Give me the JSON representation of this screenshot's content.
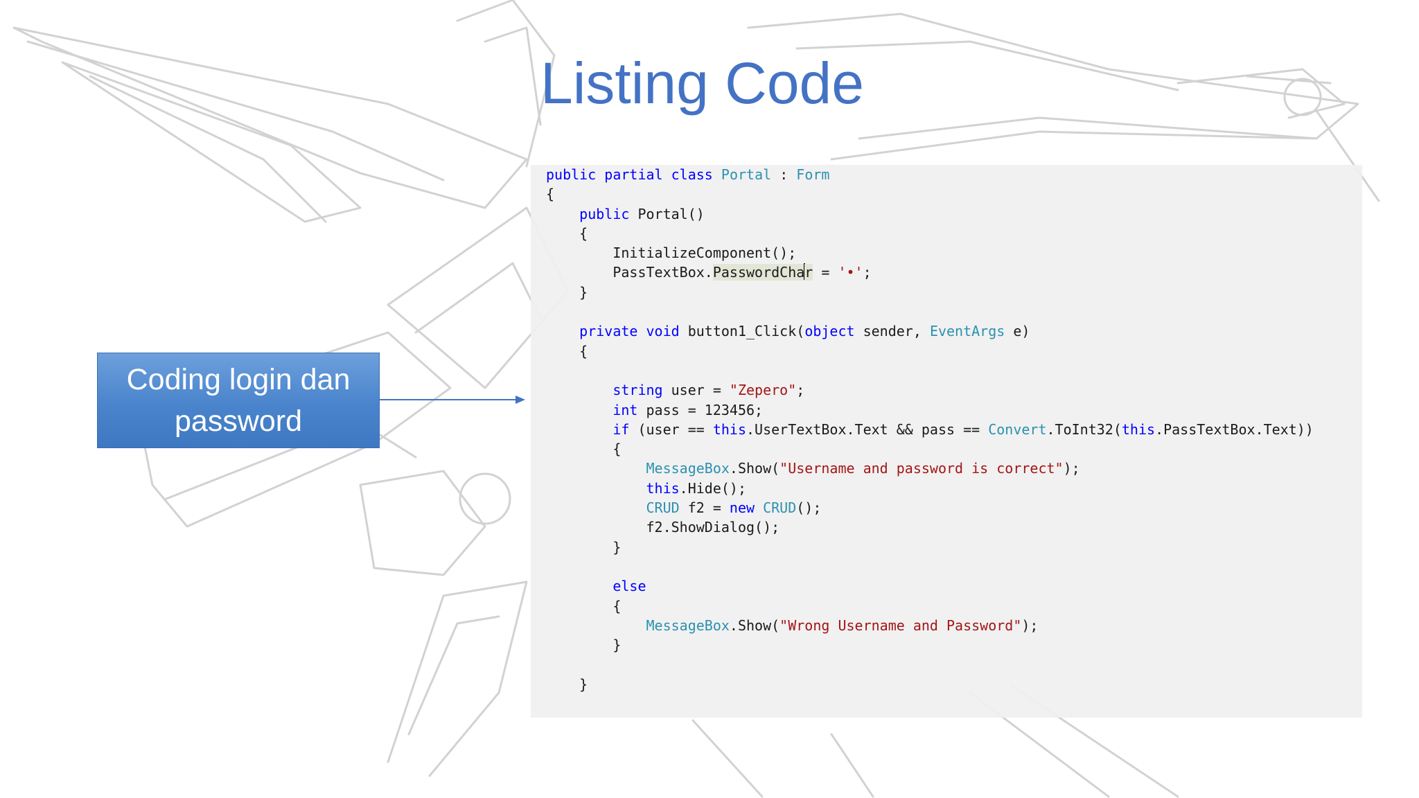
{
  "slide": {
    "title": "Listing Code",
    "callout": "Coding login dan password"
  },
  "colors": {
    "title": "#4472c4",
    "callout_fill": "#4a84cc",
    "code_background": "#f0f0f0",
    "keyword": "#0000ff",
    "type": "#2b91af",
    "string": "#a31515",
    "text": "#1a1a1a"
  },
  "code": {
    "language": "C#",
    "lines": [
      [
        [
          "kw",
          "public"
        ],
        [
          "",
          " "
        ],
        [
          "kw",
          "partial"
        ],
        [
          "",
          " "
        ],
        [
          "kw",
          "class"
        ],
        [
          "",
          " "
        ],
        [
          "ty",
          "Portal"
        ],
        [
          "",
          " : "
        ],
        [
          "ty",
          "Form"
        ]
      ],
      [
        [
          "",
          "{"
        ]
      ],
      [
        [
          "",
          "    "
        ],
        [
          "kw",
          "public"
        ],
        [
          "",
          " Portal()"
        ]
      ],
      [
        [
          "",
          "    {"
        ]
      ],
      [
        [
          "",
          "        InitializeComponent();"
        ]
      ],
      [
        [
          "",
          "        PassTextBox."
        ],
        [
          "hl",
          "PasswordCha"
        ],
        [
          "caret",
          ""
        ],
        [
          "hl",
          "r"
        ],
        [
          "",
          " = "
        ],
        [
          "st",
          "'•'"
        ],
        [
          "",
          ";"
        ]
      ],
      [
        [
          "",
          "    }"
        ]
      ],
      [],
      [
        [
          "",
          "    "
        ],
        [
          "kw",
          "private"
        ],
        [
          "",
          " "
        ],
        [
          "kw",
          "void"
        ],
        [
          "",
          " button1_Click("
        ],
        [
          "kw",
          "object"
        ],
        [
          "",
          " sender, "
        ],
        [
          "ty",
          "EventArgs"
        ],
        [
          "",
          " e)"
        ]
      ],
      [
        [
          "",
          "    {"
        ]
      ],
      [],
      [
        [
          "",
          "        "
        ],
        [
          "kw",
          "string"
        ],
        [
          "",
          " user = "
        ],
        [
          "st",
          "\"Zepero\""
        ],
        [
          "",
          ";"
        ]
      ],
      [
        [
          "",
          "        "
        ],
        [
          "kw",
          "int"
        ],
        [
          "",
          " pass = 123456;"
        ]
      ],
      [
        [
          "",
          "        "
        ],
        [
          "kw",
          "if"
        ],
        [
          "",
          " (user == "
        ],
        [
          "kw",
          "this"
        ],
        [
          "",
          ".UserTextBox.Text && pass == "
        ],
        [
          "ty",
          "Convert"
        ],
        [
          "",
          ".ToInt32("
        ],
        [
          "kw",
          "this"
        ],
        [
          "",
          ".PassTextBox.Text))"
        ]
      ],
      [
        [
          "",
          "        {"
        ]
      ],
      [
        [
          "",
          "            "
        ],
        [
          "ty",
          "MessageBox"
        ],
        [
          "",
          ".Show("
        ],
        [
          "st",
          "\"Username and password is correct\""
        ],
        [
          "",
          ");"
        ]
      ],
      [
        [
          "",
          "            "
        ],
        [
          "kw",
          "this"
        ],
        [
          "",
          ".Hide();"
        ]
      ],
      [
        [
          "",
          "            "
        ],
        [
          "ty",
          "CRUD"
        ],
        [
          "",
          " f2 = "
        ],
        [
          "kw",
          "new"
        ],
        [
          "",
          " "
        ],
        [
          "ty",
          "CRUD"
        ],
        [
          "",
          "();"
        ]
      ],
      [
        [
          "",
          "            f2.ShowDialog();"
        ]
      ],
      [
        [
          "",
          "        }"
        ]
      ],
      [],
      [
        [
          "",
          "        "
        ],
        [
          "kw",
          "else"
        ]
      ],
      [
        [
          "",
          "        {"
        ]
      ],
      [
        [
          "",
          "            "
        ],
        [
          "ty",
          "MessageBox"
        ],
        [
          "",
          ".Show("
        ],
        [
          "st",
          "\"Wrong Username and Password\""
        ],
        [
          "",
          ");"
        ]
      ],
      [
        [
          "",
          "        }"
        ]
      ],
      [],
      [
        [
          "",
          "    }"
        ]
      ]
    ]
  }
}
